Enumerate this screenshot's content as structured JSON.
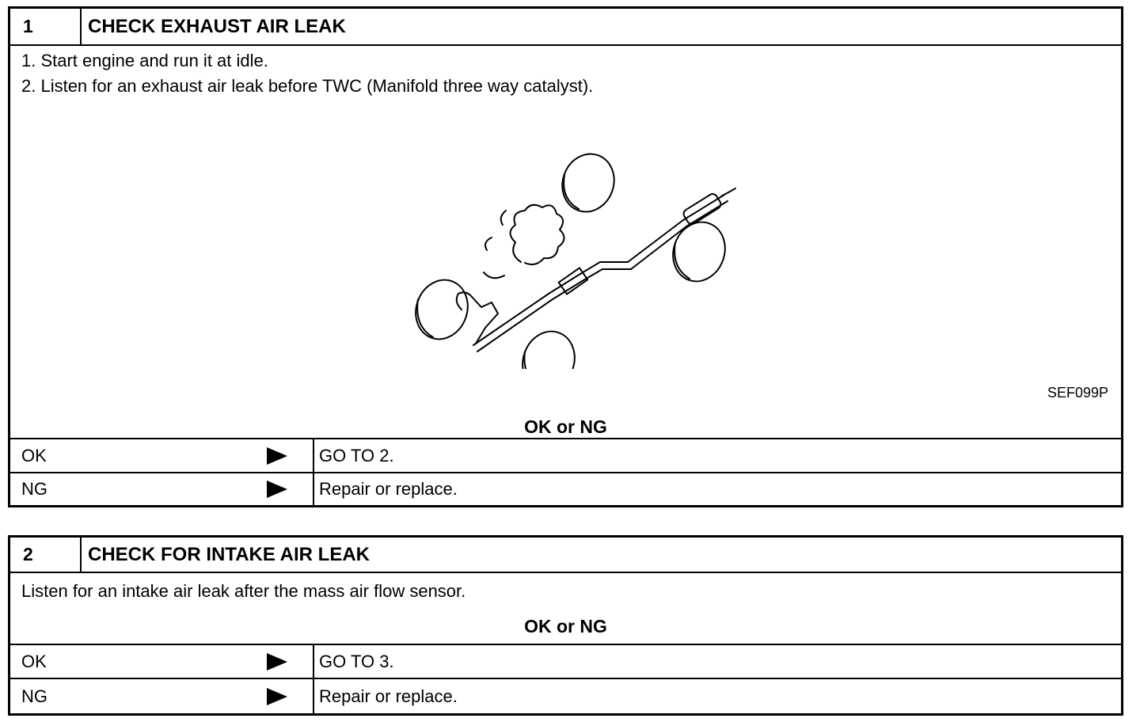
{
  "steps": [
    {
      "number": "1",
      "title": "CHECK EXHAUST AIR LEAK",
      "instructions": [
        "1.  Start engine and run it at idle.",
        "2.  Listen for an exhaust air leak before TWC (Manifold three way catalyst)."
      ],
      "figure_code": "SEF099P",
      "result_heading": "OK or NG",
      "results": [
        {
          "label": "OK",
          "action": "GO TO 2."
        },
        {
          "label": "NG",
          "action": "Repair or replace."
        }
      ]
    },
    {
      "number": "2",
      "title": "CHECK FOR INTAKE AIR LEAK",
      "instructions": [
        "Listen for an intake air leak after the mass air flow sensor."
      ],
      "result_heading": "OK or NG",
      "results": [
        {
          "label": "OK",
          "action": "GO TO 3."
        },
        {
          "label": "NG",
          "action": "Repair or replace."
        }
      ]
    }
  ],
  "icons": {
    "arrow": "right-triangle-arrow-icon",
    "figure": "exhaust-system-illustration"
  }
}
